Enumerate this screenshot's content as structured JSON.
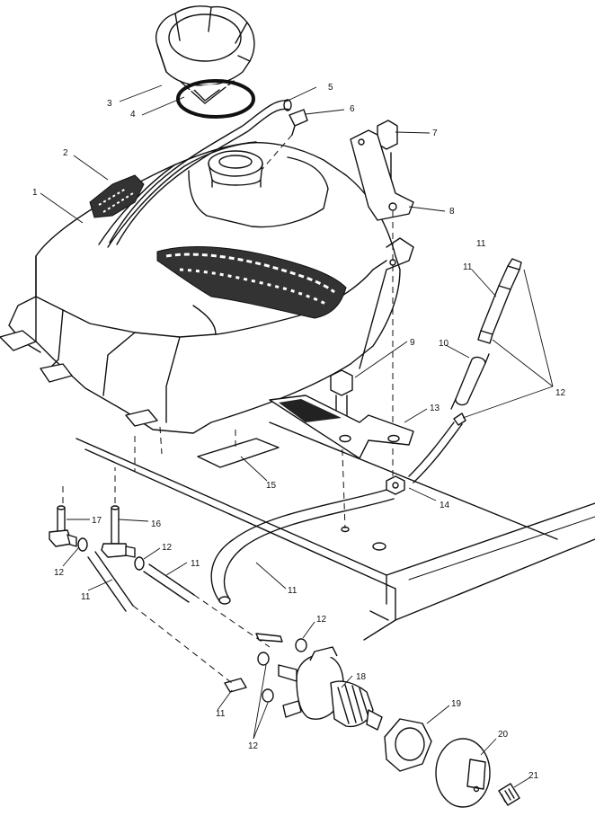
{
  "callouts": [
    "1",
    "2",
    "3",
    "4",
    "5",
    "6",
    "7",
    "8",
    "9",
    "10",
    "11",
    "12",
    "13",
    "14",
    "15",
    "16",
    "17",
    "18",
    "19",
    "20",
    "21"
  ],
  "extra_callouts": {
    "c11_b": "11",
    "c11_c": "11",
    "c11_d": "11",
    "c11_e": "11",
    "c11_f": "11",
    "c12_b": "12",
    "c12_c": "12",
    "c12_d": "12",
    "c12_e": "12"
  }
}
